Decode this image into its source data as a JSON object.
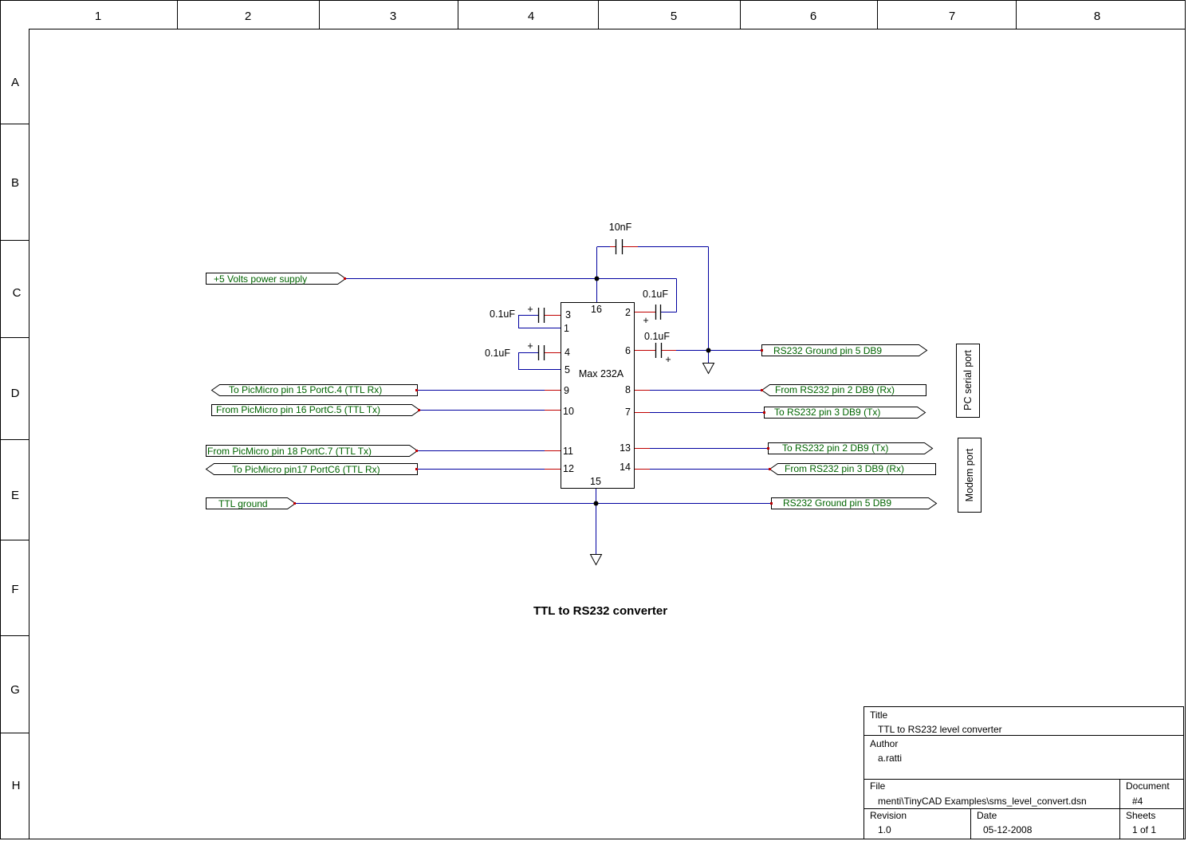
{
  "border": {
    "columns": [
      "1",
      "2",
      "3",
      "4",
      "5",
      "6",
      "7",
      "8"
    ],
    "rows": [
      "A",
      "B",
      "C",
      "D",
      "E",
      "F",
      "G",
      "H"
    ]
  },
  "chip": {
    "name": "Max 232A",
    "pins": {
      "p1": "1",
      "p2": "2",
      "p3": "3",
      "p4": "4",
      "p5": "5",
      "p6": "6",
      "p7": "7",
      "p8": "8",
      "p9": "9",
      "p10": "10",
      "p11": "11",
      "p12": "12",
      "p13": "13",
      "p14": "14",
      "p15": "15",
      "p16": "16"
    }
  },
  "capacitors": {
    "c_top": "10nF",
    "c_pin2": "0.1uF",
    "c_pin6": "0.1uF",
    "c_pin3": "0.1uF",
    "c_pin4": "0.1uF",
    "plus": "+"
  },
  "nets": {
    "vcc": "+5 Volts power supply",
    "pic_rx15": "To PicMicro pin 15 PortC.4 (TTL Rx)",
    "pic_tx16": "From PicMicro pin 16 PortC.5 (TTL Tx)",
    "pic_tx18": "From PicMicro pin 18 PortC.7 (TTL Tx)",
    "pic_rx17": "To PicMicro pin17 PortC6  (TTL Rx)",
    "ttl_gnd": "TTL ground",
    "rs_gnd1": "RS232 Ground  pin 5  DB9",
    "rs_rx2": "From  RS232  pin 2  DB9 (Rx)",
    "rs_tx3": "To RS232 pin 3  DB9  (Tx)",
    "rs_tx2": "To RS232 pin 2  DB9  (Tx)",
    "rs_rx3": "From  RS232  pin 3  DB9 (Rx)",
    "rs_gnd2": "RS232 Ground  pin 5  DB9"
  },
  "groups": {
    "pc": "PC serial port",
    "modem": "Modem port"
  },
  "diagram_title": "TTL to RS232 converter",
  "title_block": {
    "title_label": "Title",
    "title_value": "TTL to RS232 level converter",
    "author_label": "Author",
    "author_value": "a.ratti",
    "file_label": "File",
    "file_value": "menti\\TinyCAD Examples\\sms_level_convert.dsn",
    "document_label": "Document",
    "document_value": "#4",
    "revision_label": "Revision",
    "revision_value": "1.0",
    "date_label": "Date",
    "date_value": "05-12-2008",
    "sheets_label": "Sheets",
    "sheets_value": "1 of 1"
  },
  "colors": {
    "wire": "#0000a0",
    "pin": "#c00000",
    "net_text": "#006400"
  }
}
